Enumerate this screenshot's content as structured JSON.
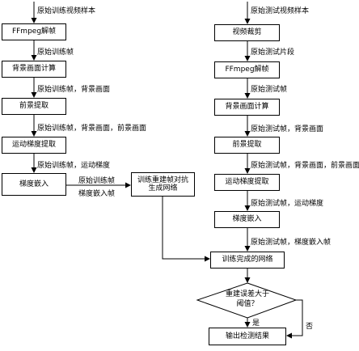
{
  "left": {
    "input_label": "原始训练视频样本",
    "boxes": [
      "FFmpeg解帧",
      "背景画面计算",
      "前景提取",
      "运动梯度提取",
      "梯度嵌入"
    ],
    "edge_labels": [
      "原始训练帧",
      "原始训练帧，背景画面",
      "原始训练帧，背景画面，前景画面",
      "原始训练帧，运动梯度"
    ],
    "to_gan_label_1": "原始训练帧",
    "to_gan_label_2": "梯度嵌入帧"
  },
  "gan_box": "训练重建帧对抗生成网络",
  "right": {
    "input_label": "原始测试视频样本",
    "boxes": [
      "视频裁剪",
      "FFmpeg解帧",
      "背景画面计算",
      "前景提取",
      "运动梯度提取",
      "梯度嵌入"
    ],
    "edge_labels": [
      "原始测试片段",
      "原始测试帧",
      "原始测试帧，背景画面",
      "原始测试帧，背景画面，前景画面",
      "原始测试帧，运动梯度",
      "原始测试帧，梯度嵌入帧"
    ]
  },
  "trained_network": "训练完成的网络",
  "decision": "重建误差大于阈值？",
  "yes_label": "是",
  "no_label": "否",
  "output_box": "输出检测结果"
}
